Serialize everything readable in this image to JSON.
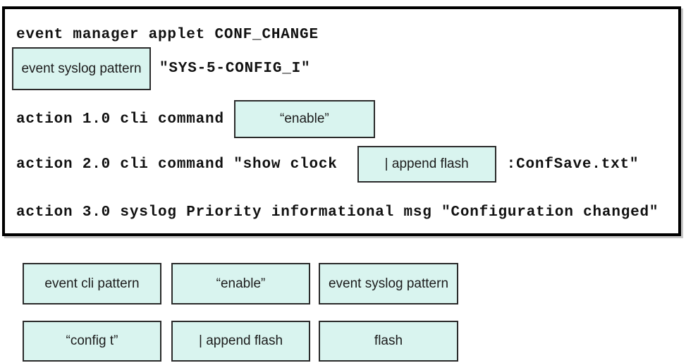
{
  "colors": {
    "token_fill": "#d9f4ef",
    "token_border": "#2a2a2a",
    "panel_border": "#000000",
    "code_text": "#111111",
    "background": "#ffffff"
  },
  "code_panel": {
    "line1": "event manager applet CONF_CHANGE",
    "line2": {
      "token": "event syslog pattern",
      "after": "\"SYS-5-CONFIG_I\""
    },
    "line3": {
      "before": "action 1.0 cli command",
      "token": "“enable”"
    },
    "line4": {
      "before": "action 2.0 cli command \"show clock",
      "token": "| append flash",
      "after": ":ConfSave.txt\""
    },
    "line5": "action 3.0 syslog Priority informational msg \"Configuration changed\""
  },
  "token_bank": {
    "row1": [
      "event cli pattern",
      "“enable”",
      "event syslog pattern"
    ],
    "row2": [
      "“config t”",
      "| append flash",
      "flash"
    ]
  }
}
